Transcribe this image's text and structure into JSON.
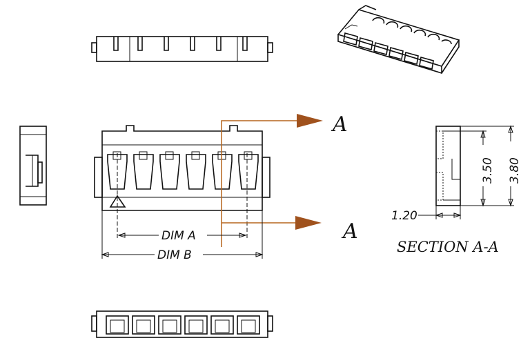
{
  "section_label_top": "A",
  "section_label_bottom": "A",
  "dim_a": "DIM  A",
  "dim_b": "DIM  B",
  "section_title": "SECTION  A-A",
  "dim_350": "3.50",
  "dim_380": "3.80",
  "dim_120": "1.20",
  "colors": {
    "line": "#111111",
    "section_arrow": "#b5651d"
  }
}
